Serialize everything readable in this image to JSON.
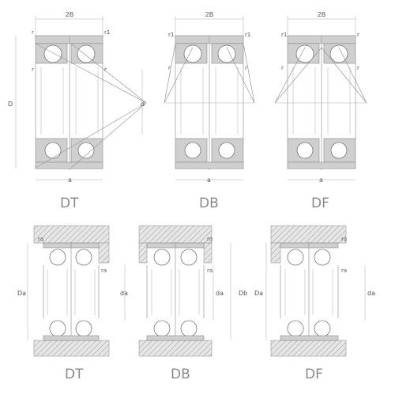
{
  "top": {
    "width_label": "2B",
    "r": "r",
    "r1": "r1",
    "D": "D",
    "d": "d",
    "a": "a",
    "arrangements": [
      "DT",
      "DB",
      "DF"
    ]
  },
  "bottom": {
    "ra": "ra",
    "Da": "Da",
    "da": "da",
    "Db": "Db",
    "arrangements": [
      "DT",
      "DB",
      "DF"
    ]
  },
  "colors": {
    "ring_fill": "#cfcfcf",
    "line": "#999999",
    "label": "#8a8a8a"
  }
}
